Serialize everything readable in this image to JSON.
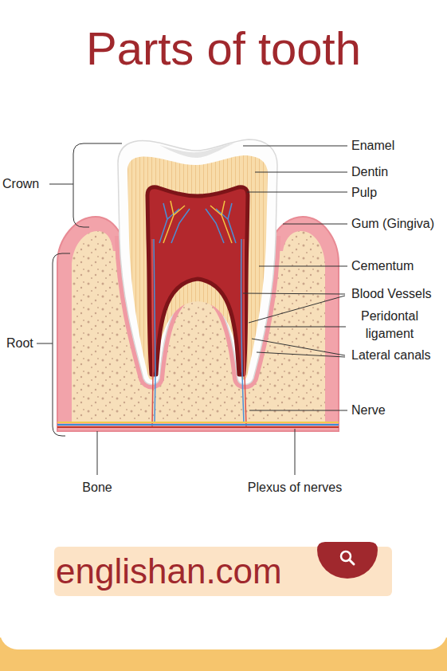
{
  "diagram": {
    "title": "Parts of tooth",
    "nodes": [
      {
        "text": [
          "englishan.com"
        ]
      }
    ],
    "labels": [
      "Enamel",
      "Dentin",
      "Pulp",
      "Gum (Gingiva)",
      "Cementum",
      "Blood Vessels",
      "Peridontal ligament",
      "Lateral canals",
      "Nerve",
      "Crown",
      "Root",
      "Bone",
      "Plexus of nerves"
    ]
  }
}
